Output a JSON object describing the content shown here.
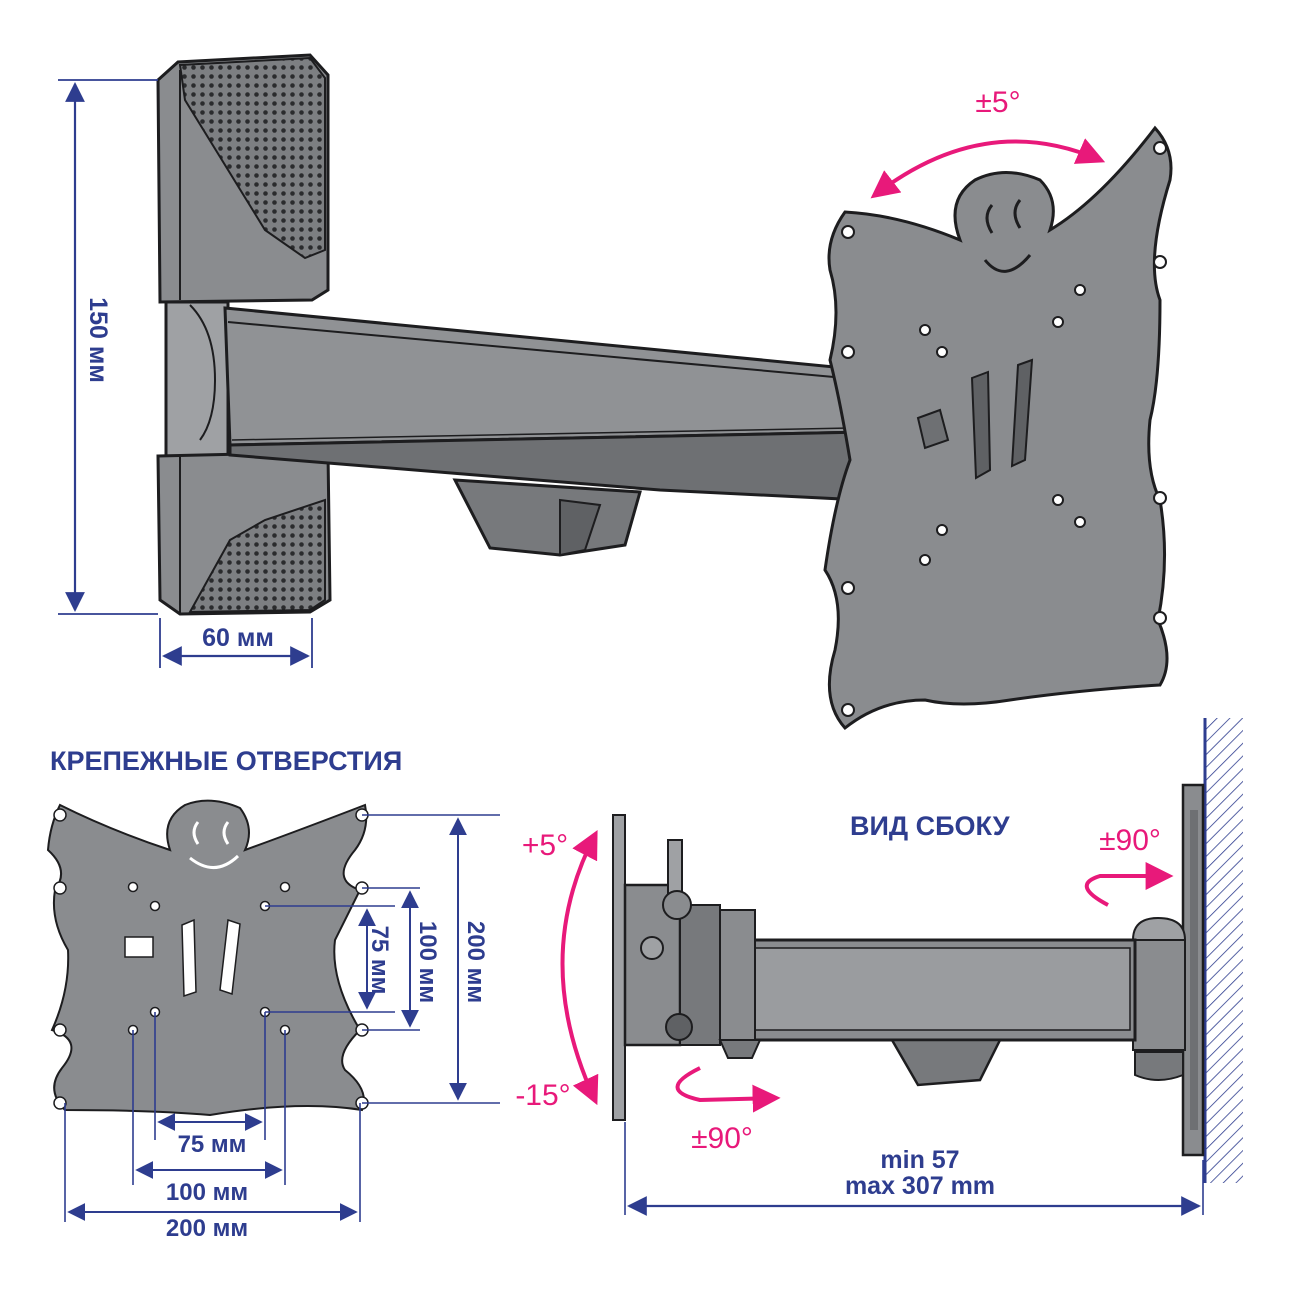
{
  "colors": {
    "dimension": "#2e3d8f",
    "angle": "#e8197a",
    "metal": "#8a8c8f",
    "metal_dark": "#5f6164",
    "metal_light": "#b3b5b8",
    "outline": "#1d1d1f"
  },
  "main_view": {
    "height_label": "150 мм",
    "width_label": "60 мм",
    "tilt_label": "±5°"
  },
  "mounting_holes": {
    "title": "КРЕПЕЖНЫЕ ОТВЕРСТИЯ",
    "v75": "75 мм",
    "v100": "100 мм",
    "v200": "200 мм",
    "h75": "75 мм",
    "h100": "100 мм",
    "h200": "200 мм"
  },
  "side_view": {
    "title": "ВИД СБОКУ",
    "tilt_up": "+5°",
    "tilt_down": "-15°",
    "swivel_front": "±90°",
    "swivel_wall": "±90°",
    "reach_min": "min 57",
    "reach_max": "max 307 mm"
  }
}
